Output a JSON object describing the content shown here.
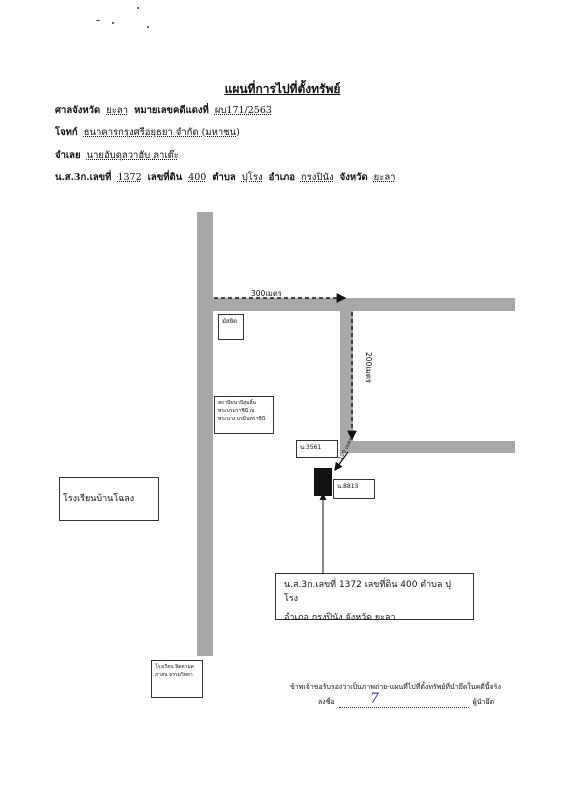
{
  "header": {
    "title": "แผนที่การไปที่ตั้งทรัพย์",
    "court_label": "ศาลจังหวัด",
    "court_value": "ยะลา",
    "case_label": "หมายเลขคดีแดงที่",
    "case_value": "ผบ171/2563",
    "plaintiff_label": "โจทก์",
    "plaintiff_value": "ธนาคารกรุงศรีอยุธยา จำกัด (มหาชน)",
    "defendant_label": "จำเลย",
    "defendant_value": "นายอับดุลวาฮับ ลาเต๊ะ",
    "deed_label": "น.ส.3ก.เลขที่",
    "deed_value": "1372",
    "land_label": "เลขที่ดิน",
    "land_value": "400",
    "tambon_label": "ตำบล",
    "tambon_value": "ปุโรง",
    "amphoe_label": "อำเภอ",
    "amphoe_value": "กรงปินัง",
    "province_label": "จังหวัด",
    "province_value": "ยะลา"
  },
  "map": {
    "dist_300": "300เมตร",
    "dist_200": "200เมตร",
    "dist_100": "100 เมตร",
    "mosque": "มัสยิด",
    "stone": "สถานีขนาบีสุมลิ้น พระบรมราชินี ณ พระนาง บรมินทราชินี",
    "school_left": "โรงเรียนบ้านโฉลง",
    "school_bottom": "โรงเรียน จิตตามคภาสน ธรรมวิทยา",
    "marker_3561": "น.3561",
    "marker_8813": "น.8813",
    "property_line1": "น.ส.3ก.เลขที่ 1372 เลขที่ดิน 400 ตำบล ปุโรง",
    "property_line2": "อำเภอ กรงปินัง จังหวัด ยะลา"
  },
  "footer": {
    "certify": "ข้าพเจ้าขอรับรองว่าเป็นภาพถ่าย-แผนที่ไปที่ตั้งทรัพย์ที่นำยึดในคดีนี้จริง",
    "sign_prefix": "ลงชื่อ",
    "sign_suffix": "ผู้นำยึด"
  },
  "colors": {
    "road": "#a8a8a8",
    "marker": "#111111",
    "signature_ink": "#2a3a8a"
  }
}
